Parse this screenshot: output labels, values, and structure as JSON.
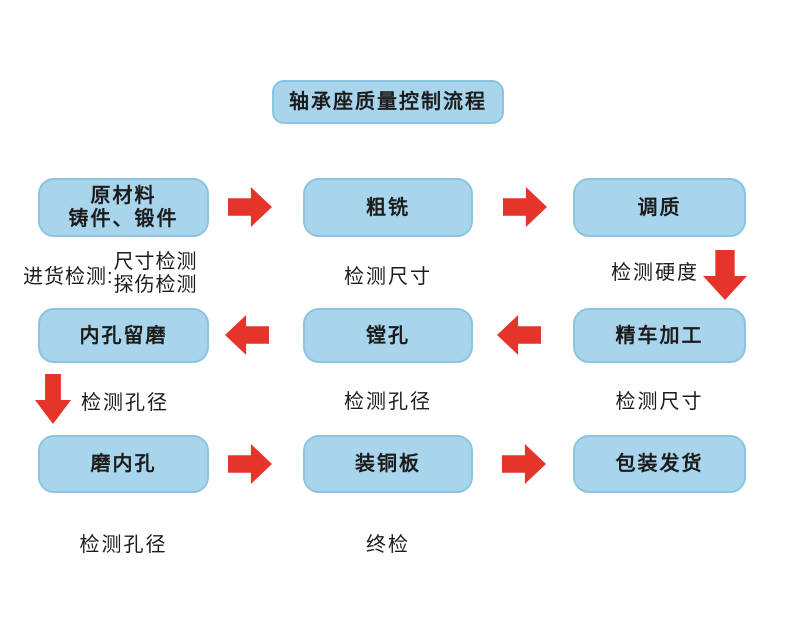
{
  "title": "轴承座质量控制流程",
  "colors": {
    "box_fill": "#a8d5ec",
    "box_border": "#8ac4e0",
    "arrow": "#e5342a",
    "text": "#1c1c1c",
    "bg": "#ffffff"
  },
  "flow": {
    "row1": {
      "box1_line1": "原材料",
      "box1_line2": "铸件、锻件",
      "box2": "粗铣",
      "box3": "调质",
      "caption1_prefix": "进货检测:",
      "caption1_line1": "尺寸检测",
      "caption1_line2": "探伤检测",
      "caption2": "检测尺寸",
      "caption3": "检测硬度",
      "direction": "right"
    },
    "row2": {
      "box1": "内孔留磨",
      "box2": "镗孔",
      "box3": "精车加工",
      "caption1": "检测孔径",
      "caption2": "检测孔径",
      "caption3": "检测尺寸",
      "direction": "left"
    },
    "row3": {
      "box1": "磨内孔",
      "box2": "装铜板",
      "box3": "包装发货",
      "caption1": "检测孔径",
      "caption2": "终检",
      "direction": "right"
    }
  }
}
